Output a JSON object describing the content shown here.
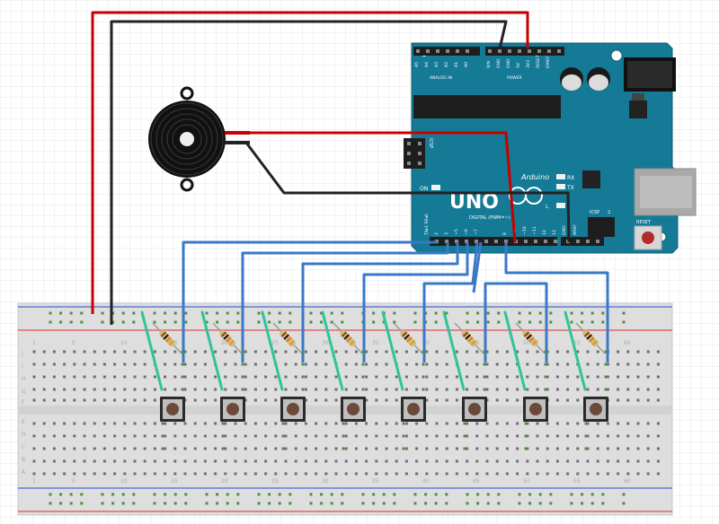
{
  "board": {
    "brand": "Arduino",
    "model": "UNO",
    "on_label": "ON",
    "tx_label": "TX",
    "rx_label": "RX",
    "l_label": "L",
    "icsp_label": "ICSP",
    "icsp2_label": "ICSP",
    "icsp2_num": "2",
    "reset_label": "RESET",
    "aref_label": "AREF",
    "digital_label": "DIGITAL (PWM=~)",
    "txrx_label": "TX▸1  RX◂0",
    "analog_label": "ANALOG IN",
    "power_label": "POWER",
    "analog_pins": [
      "A5",
      "A4",
      "A3",
      "A2",
      "A1",
      "A0"
    ],
    "power_pins": [
      "VIN",
      "GND",
      "GND",
      "5V",
      "3V3",
      "RESET",
      "IOREF"
    ],
    "digital_pins": [
      "2",
      "3",
      "~5",
      "~6",
      "~7",
      "8",
      "~9",
      "~10",
      "~11",
      "12",
      "13",
      "GND",
      "AREF"
    ]
  },
  "breadboard": {
    "col_numbers": [
      "1",
      "5",
      "10",
      "15",
      "20",
      "25",
      "30",
      "35",
      "40",
      "45",
      "50",
      "55",
      "60"
    ],
    "row_letters_top": [
      "J",
      "I",
      "H",
      "G",
      "F"
    ],
    "row_letters_bottom": [
      "E",
      "D",
      "C",
      "B",
      "A"
    ]
  },
  "colors": {
    "board": "#147a96",
    "wire_red": "#c80000",
    "wire_black": "#222222",
    "wire_blue": "#3a78c8",
    "wire_green": "#2fc49a",
    "rail_red": "#e05050",
    "rail_blue": "#4a6ad8"
  },
  "buttons_count_text": "8"
}
